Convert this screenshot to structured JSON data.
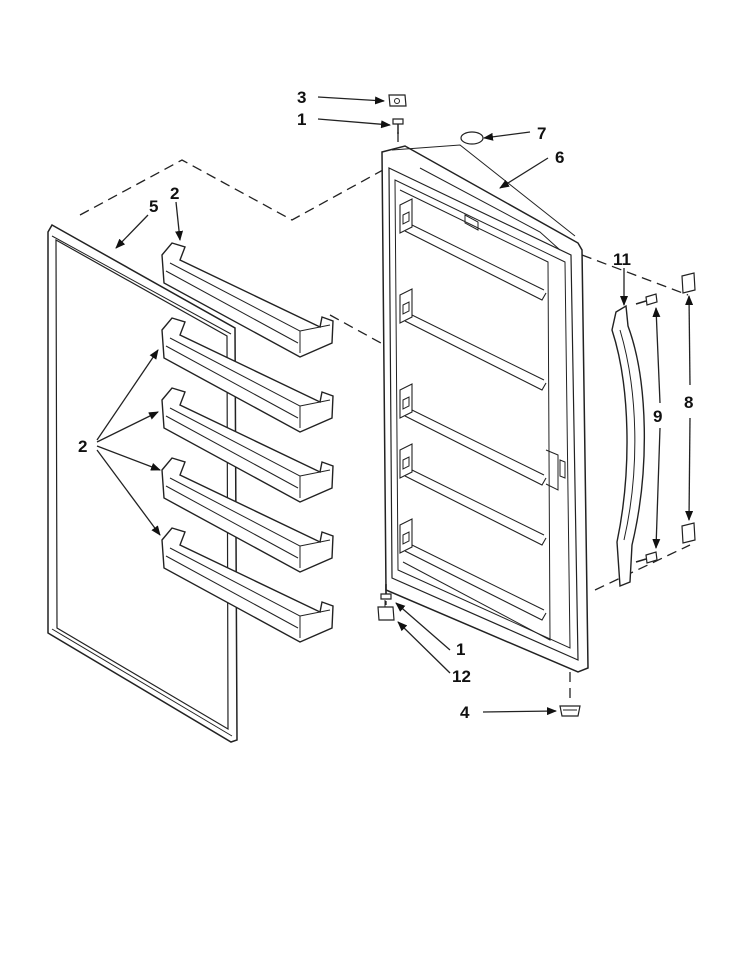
{
  "callouts": {
    "door_gasket": "5",
    "shelf_bin_top": "2",
    "shelf_bins_group": "2",
    "hinge_bracket_top": "3",
    "screw_top": "1",
    "cap": "7",
    "door_assembly": "6",
    "handle": "11",
    "handle_screws": "9",
    "handle_mounts": "8",
    "screw_bottom": "1",
    "hinge_bracket_bottom": "12",
    "foot": "4"
  }
}
